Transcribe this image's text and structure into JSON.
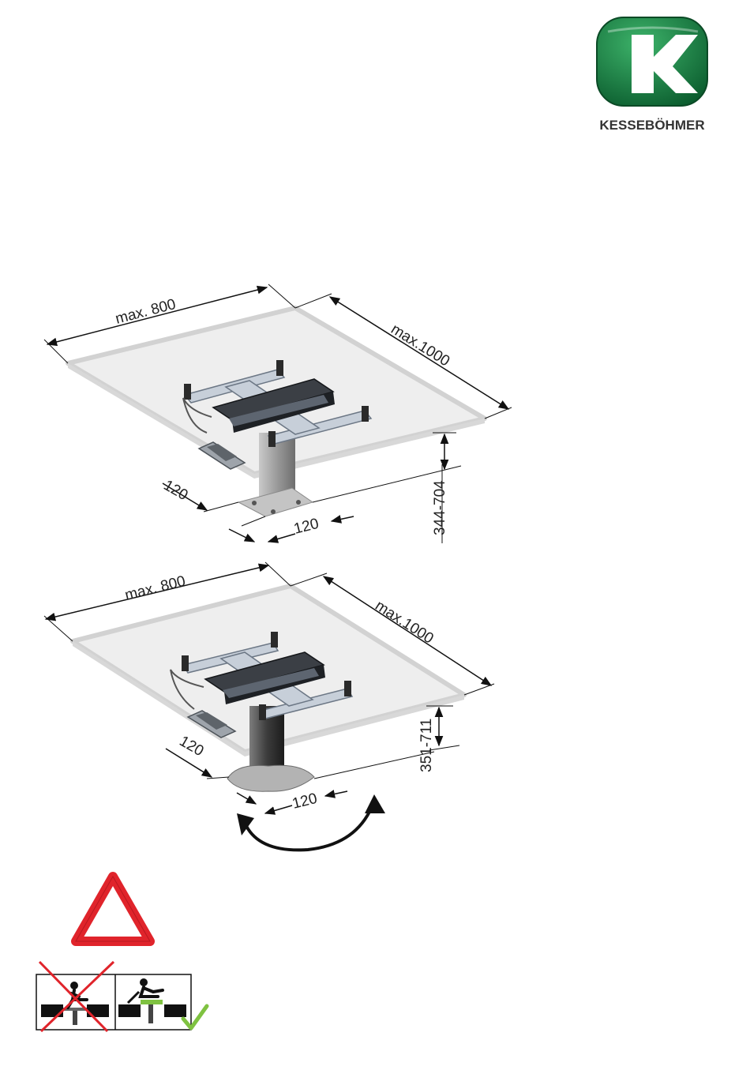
{
  "brand": {
    "name": "KESSEBÖHMER",
    "colors": {
      "logo_green": "#1f8a4c",
      "logo_dark": "#0d5a2e"
    }
  },
  "diagram_top": {
    "width_label": "max. 800",
    "depth_label": "max.1000",
    "offset_left_label": "120",
    "offset_front_label": "120",
    "height_label": "344-704"
  },
  "diagram_bottom": {
    "width_label": "max. 800",
    "depth_label": "max.1000",
    "offset_left_label": "120",
    "offset_front_label": "120",
    "height_label": "351-711",
    "rotation_icon": "rotate-arrow-icon"
  },
  "warning": {
    "icon": "warning-triangle-icon",
    "colors": {
      "border": "#e0242b"
    },
    "panel_wrong_icon": "cross-icon",
    "panel_right_icon": "checkmark-icon",
    "check_color": "#7fc241"
  }
}
